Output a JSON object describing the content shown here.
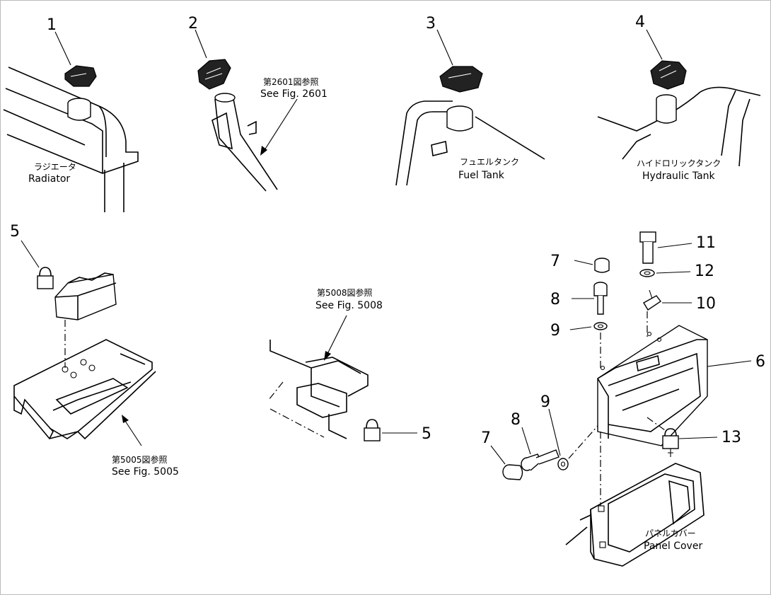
{
  "callouts": {
    "c1": "1",
    "c2": "2",
    "c3": "3",
    "c4": "4",
    "c5a": "5",
    "c5b": "5",
    "c6": "6",
    "c7a": "7",
    "c7b": "7",
    "c8a": "8",
    "c8b": "8",
    "c9a": "9",
    "c9b": "9",
    "c10": "10",
    "c11": "11",
    "c12": "12",
    "c13": "13"
  },
  "labels": {
    "radiator_jp": "ラジエータ",
    "radiator_en": "Radiator",
    "ref2601_jp": "第2601図参照",
    "ref2601_en": "See Fig. 2601",
    "fuel_jp": "フュエルタンク",
    "fuel_en": "Fuel Tank",
    "hydraulic_jp": "ハイドロリックタンク",
    "hydraulic_en": "Hydraulic Tank",
    "ref5005_jp": "第5005図参照",
    "ref5005_en": "See Fig. 5005",
    "ref5008_jp": "第5008図参照",
    "ref5008_en": "See Fig. 5008",
    "panel_jp": "パネルカバー",
    "panel_en": "Panel Cover"
  }
}
